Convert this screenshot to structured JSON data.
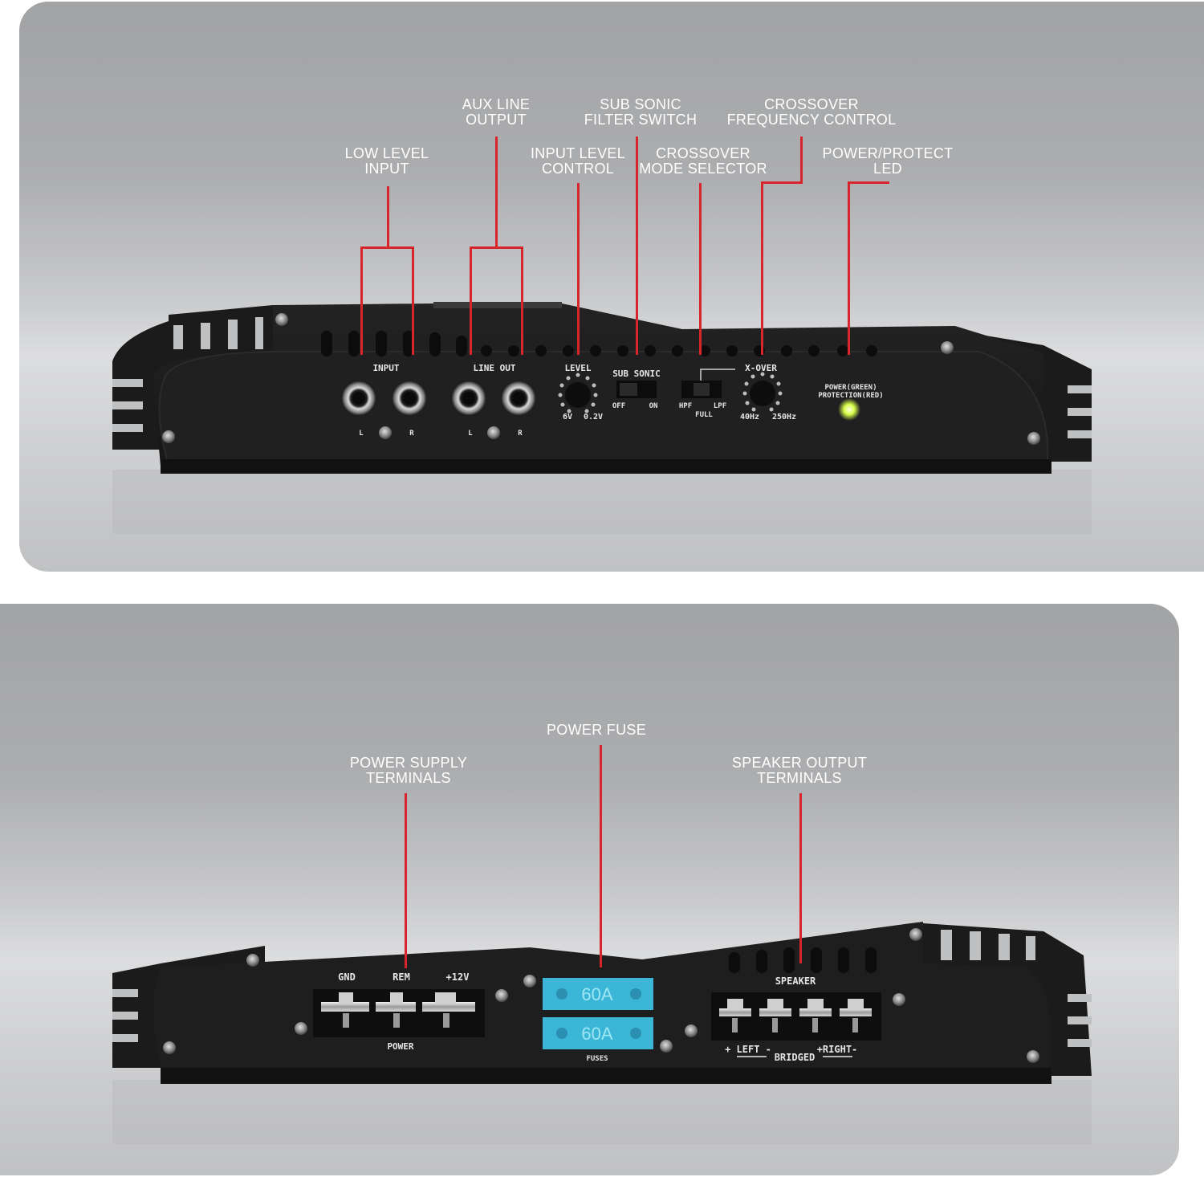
{
  "top_panel": {
    "callouts": [
      {
        "id": "low-level-input",
        "lines": [
          "LOW LEVEL",
          "INPUT"
        ]
      },
      {
        "id": "aux-line-output",
        "lines": [
          "AUX LINE",
          "OUTPUT"
        ]
      },
      {
        "id": "input-level-control",
        "lines": [
          "INPUT LEVEL",
          "CONTROL"
        ]
      },
      {
        "id": "sub-sonic-filter-switch",
        "lines": [
          "SUB SONIC",
          "FILTER SWITCH"
        ]
      },
      {
        "id": "crossover-mode-selector",
        "lines": [
          "CROSSOVER",
          "MODE SELECTOR"
        ]
      },
      {
        "id": "crossover-frequency-control",
        "lines": [
          "CROSSOVER",
          "FREQUENCY CONTROL"
        ]
      },
      {
        "id": "power-protect-led",
        "lines": [
          "POWER/PROTECT",
          "LED"
        ]
      }
    ],
    "amp_labels": {
      "input": "INPUT",
      "line_out": "LINE OUT",
      "left": "L",
      "right": "R",
      "level": "LEVEL",
      "level_min": "6V",
      "level_max": "0.2V",
      "sub_sonic": "SUB SONIC",
      "sub_off": "OFF",
      "sub_on": "ON",
      "hpf": "HPF",
      "full": "FULL",
      "lpf": "LPF",
      "xover": "X-OVER",
      "xover_min": "40Hz",
      "xover_max": "250Hz",
      "power_led_1": "POWER(GREEN)",
      "power_led_2": "PROTECTION(RED)"
    },
    "led_color": "#d8ff4a"
  },
  "bottom_panel": {
    "callouts": [
      {
        "id": "power-supply-terminals",
        "lines": [
          "POWER SUPPLY",
          "TERMINALS"
        ]
      },
      {
        "id": "power-fuse",
        "lines": [
          "POWER FUSE"
        ]
      },
      {
        "id": "speaker-output-terminals",
        "lines": [
          "SPEAKER OUTPUT",
          "TERMINALS"
        ]
      }
    ],
    "amp_labels": {
      "gnd": "GND",
      "rem": "REM",
      "plus12v": "+12V",
      "power": "POWER",
      "fuse1": "60A",
      "fuse2": "60A",
      "fuses": "FUSES",
      "speaker": "SPEAKER",
      "left": "+ LEFT -",
      "right": "+RIGHT-",
      "bridged": "BRIDGED"
    },
    "fuse_color": "#3bb6d6"
  },
  "colors": {
    "leader": "#d7252b",
    "callout_text": "#ffffff",
    "amp_body": "#1c1c1d"
  }
}
